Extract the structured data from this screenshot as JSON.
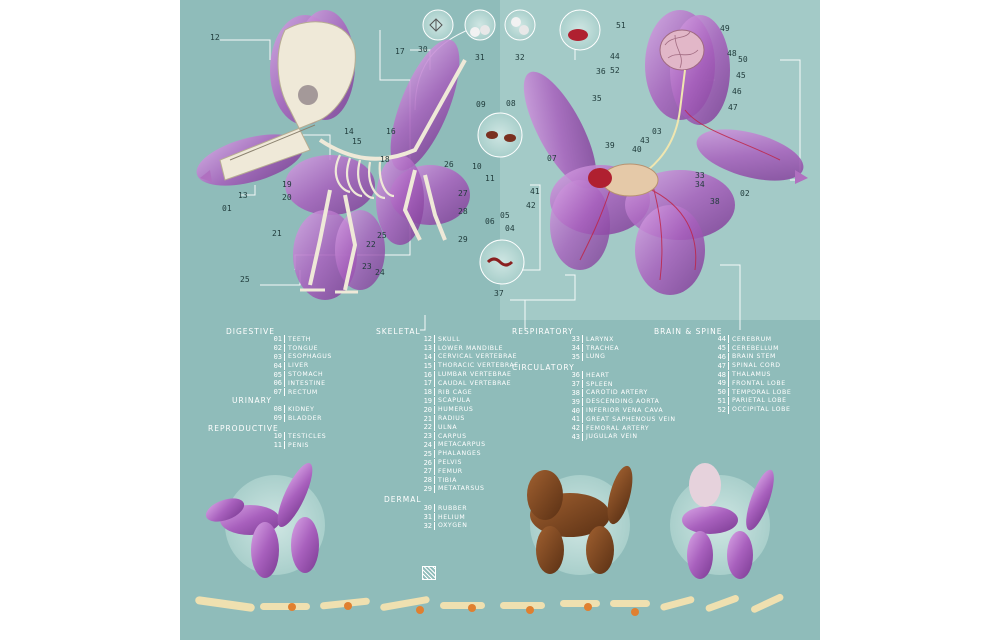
{
  "categories": {
    "digestive": "Digestive",
    "urinary": "Urinary",
    "reproductive": "Reproductive",
    "skeletal": "Skeletal",
    "dermal": "Dermal",
    "respiratory": "Respiratory",
    "circulatory": "Circulatory",
    "brain_spine": "Brain & Spine"
  },
  "legend": {
    "digestive": [
      {
        "num": "01",
        "name": "Teeth"
      },
      {
        "num": "02",
        "name": "Tongue"
      },
      {
        "num": "03",
        "name": "Esophagus"
      },
      {
        "num": "04",
        "name": "Liver"
      },
      {
        "num": "05",
        "name": "Stomach"
      },
      {
        "num": "06",
        "name": "Intestine"
      },
      {
        "num": "07",
        "name": "Rectum"
      }
    ],
    "urinary": [
      {
        "num": "08",
        "name": "Kidney"
      },
      {
        "num": "09",
        "name": "Bladder"
      }
    ],
    "reproductive": [
      {
        "num": "10",
        "name": "Testicles"
      },
      {
        "num": "11",
        "name": "Penis"
      }
    ],
    "skeletal": [
      {
        "num": "12",
        "name": "Skull"
      },
      {
        "num": "13",
        "name": "Lower Mandible"
      },
      {
        "num": "14",
        "name": "Cervical Vertebrae"
      },
      {
        "num": "15",
        "name": "Thoracic Vertebrae"
      },
      {
        "num": "16",
        "name": "Lumbar Vertebrae"
      },
      {
        "num": "17",
        "name": "Caudal Vertebrae"
      },
      {
        "num": "18",
        "name": "Rib Cage"
      },
      {
        "num": "19",
        "name": "Scapula"
      },
      {
        "num": "20",
        "name": "Humerus"
      },
      {
        "num": "21",
        "name": "Radius"
      },
      {
        "num": "22",
        "name": "Ulna"
      },
      {
        "num": "23",
        "name": "Carpus"
      },
      {
        "num": "24",
        "name": "Metacarpus"
      },
      {
        "num": "25",
        "name": "Phalanges"
      },
      {
        "num": "26",
        "name": "Pelvis"
      },
      {
        "num": "27",
        "name": "Femur"
      },
      {
        "num": "28",
        "name": "Tibia"
      },
      {
        "num": "29",
        "name": "Metatarsus"
      }
    ],
    "dermal": [
      {
        "num": "30",
        "name": "Rubber"
      },
      {
        "num": "31",
        "name": "Helium"
      },
      {
        "num": "32",
        "name": "Oxygen"
      }
    ],
    "respiratory": [
      {
        "num": "33",
        "name": "Larynx"
      },
      {
        "num": "34",
        "name": "Trachea"
      },
      {
        "num": "35",
        "name": "Lung"
      }
    ],
    "circulatory": [
      {
        "num": "36",
        "name": "Heart"
      },
      {
        "num": "37",
        "name": "Spleen"
      },
      {
        "num": "38",
        "name": "Carotid Artery"
      },
      {
        "num": "39",
        "name": "Descending Aorta"
      },
      {
        "num": "40",
        "name": "Inferior Vena Cava"
      },
      {
        "num": "41",
        "name": "Great Saphenous Vein"
      },
      {
        "num": "42",
        "name": "Femoral Artery"
      },
      {
        "num": "43",
        "name": "Jugular Vein"
      }
    ],
    "brain_spine": [
      {
        "num": "44",
        "name": "Cerebrum"
      },
      {
        "num": "45",
        "name": "Cerebellum"
      },
      {
        "num": "46",
        "name": "Brain Stem"
      },
      {
        "num": "47",
        "name": "Spinal Cord"
      },
      {
        "num": "48",
        "name": "Thalamus"
      },
      {
        "num": "49",
        "name": "Frontal Lobe"
      },
      {
        "num": "50",
        "name": "Temporal Lobe"
      },
      {
        "num": "51",
        "name": "Parietal Lobe"
      },
      {
        "num": "52",
        "name": "Occipital Lobe"
      }
    ]
  },
  "callouts": {
    "c01": "01",
    "c02": "02",
    "c03": "03",
    "c04": "04",
    "c05": "05",
    "c06": "06",
    "c07": "07",
    "c08": "08",
    "c09": "09",
    "c10": "10",
    "c11": "11",
    "c12": "12",
    "c13": "13",
    "c14": "14",
    "c15": "15",
    "c16": "16",
    "c17": "17",
    "c18": "18",
    "c19": "19",
    "c20": "20",
    "c21": "21",
    "c22": "22",
    "c23": "23",
    "c24": "24",
    "c25a": "25",
    "c25b": "25",
    "c26": "26",
    "c27": "27",
    "c28": "28",
    "c29": "29",
    "c30": "30",
    "c31": "31",
    "c32": "32",
    "c33": "33",
    "c34": "34",
    "c35": "35",
    "c36": "36",
    "c37": "37",
    "c38": "38",
    "c39": "39",
    "c40": "40",
    "c41": "41",
    "c42": "42",
    "c43": "43",
    "c44": "44",
    "c45": "45",
    "c46": "46",
    "c47": "47",
    "c48": "48",
    "c49": "49",
    "c50": "50",
    "c51": "51",
    "c52": "52"
  },
  "colors": {
    "background": "#8fbcba",
    "balloon_purple": "#b070c0",
    "bone": "#efe9d8",
    "fur": "#7a4420",
    "leader_line": "#ffffff"
  }
}
